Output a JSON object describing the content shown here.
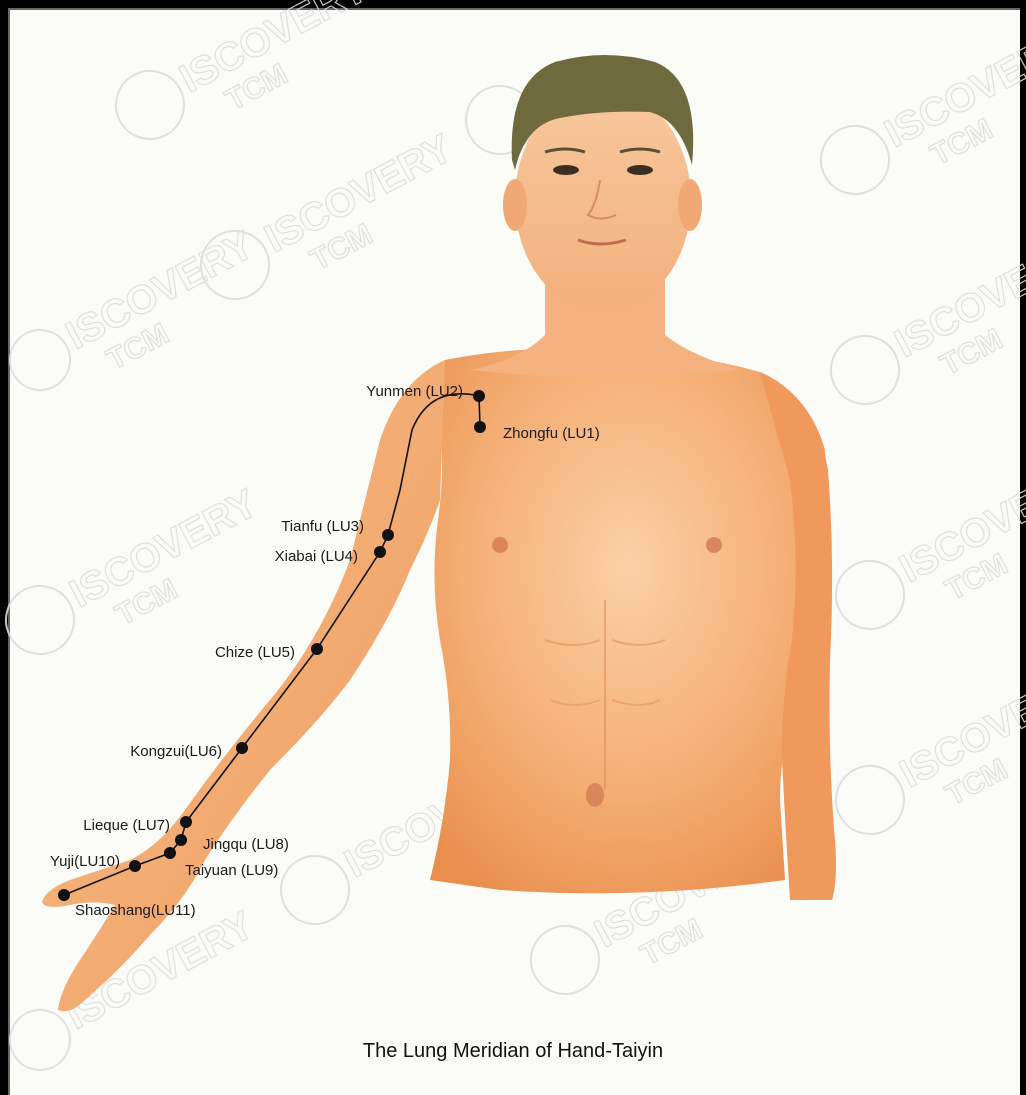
{
  "figure": {
    "caption": "The Lung Meridian of Hand-Taiyin",
    "watermark": {
      "brand": "ISCOVERY",
      "sub": "TCM",
      "reg": "®"
    },
    "meridian_color": "#111111",
    "skin_color": "#f2a86d",
    "hair_color": "#6f6a3e",
    "points": [
      {
        "key": "lu1",
        "label": "Zhongfu (LU1)"
      },
      {
        "key": "lu2",
        "label": "Yunmen (LU2)"
      },
      {
        "key": "lu3",
        "label": "Tianfu (LU3)"
      },
      {
        "key": "lu4",
        "label": "Xiabai (LU4)"
      },
      {
        "key": "lu5",
        "label": "Chize (LU5)"
      },
      {
        "key": "lu6",
        "label": "Kongzui(LU6)"
      },
      {
        "key": "lu7",
        "label": "Lieque (LU7)"
      },
      {
        "key": "lu8",
        "label": "Jingqu (LU8)"
      },
      {
        "key": "lu9",
        "label": "Taiyuan (LU9)"
      },
      {
        "key": "lu10",
        "label": "Yuji(LU10)"
      },
      {
        "key": "lu11",
        "label": "Shaoshang(LU11)"
      }
    ]
  }
}
